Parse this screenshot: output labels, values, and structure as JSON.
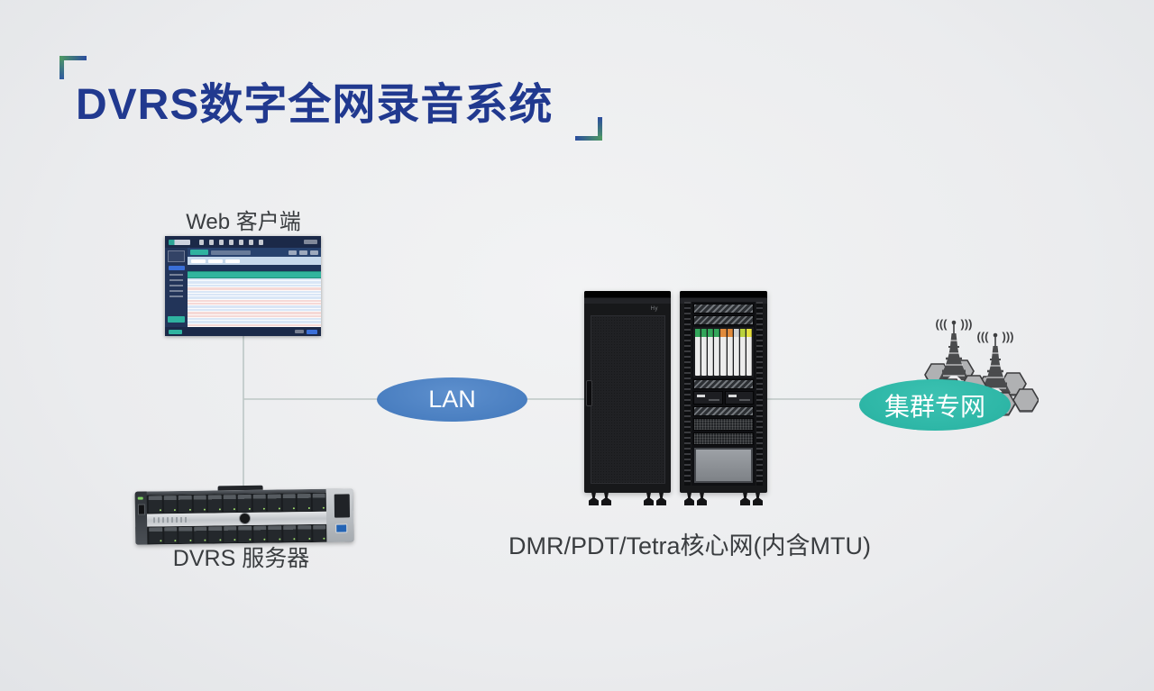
{
  "title": {
    "text": "DVRS数字全网录音系统",
    "color": "#21398f"
  },
  "web_client": {
    "label": "Web 客户端",
    "screenshot": {
      "header_color": "#1b2948",
      "sidebar_color": "#223459",
      "table_header_color": "#1f3459",
      "highlight_row_color": "#31b49e",
      "row_colors": {
        "b": "#d9e6f6",
        "p": "#f6d9d6"
      },
      "row_pattern": [
        "b",
        "b",
        "b",
        "p",
        "b",
        "b",
        "b",
        "p",
        "p",
        "b",
        "b",
        "p",
        "p",
        "b",
        "b",
        "p"
      ]
    }
  },
  "server": {
    "label": "DVRS 服务器"
  },
  "lan": {
    "label": "LAN",
    "fill": "#4a7fc1"
  },
  "core_network": {
    "label": "DMR/PDT/Tetra核心网(内含MTU)",
    "card_colors": [
      "#33a65a",
      "#33a65a",
      "#33a65a",
      "#33a65a",
      "#e08a3c",
      "#e08a3c",
      "#cfd2d4",
      "#b9d23c",
      "#e6e03e"
    ]
  },
  "cluster_network": {
    "label": "集群专网",
    "fill": "#2db6a6"
  },
  "line_color": "#bdc7c5"
}
